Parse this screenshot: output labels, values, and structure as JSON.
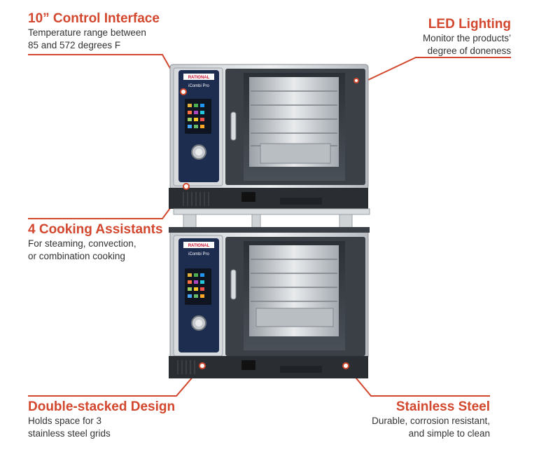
{
  "colors": {
    "accent": "#d2472d",
    "text": "#333333"
  },
  "callouts": {
    "control": {
      "title": "10” Control Interface",
      "lines": [
        "Temperature range between",
        "85 and 572 degrees F"
      ]
    },
    "led": {
      "title": "LED Lighting",
      "lines": [
        "Monitor the products’",
        "degree of doneness"
      ]
    },
    "assistants": {
      "title": "4 Cooking Assistants",
      "lines": [
        "For steaming, convection,",
        "or combination cooking"
      ]
    },
    "stacked": {
      "title": "Double-stacked Design",
      "lines": [
        "Holds space for 3",
        "stainless steel grids"
      ]
    },
    "steel": {
      "title": "Stainless Steel",
      "lines": [
        "Durable, corrosion resistant,",
        "and simple to clean"
      ]
    }
  },
  "ovens": {
    "brand": "RATIONAL",
    "model": "iCombi Pro"
  }
}
